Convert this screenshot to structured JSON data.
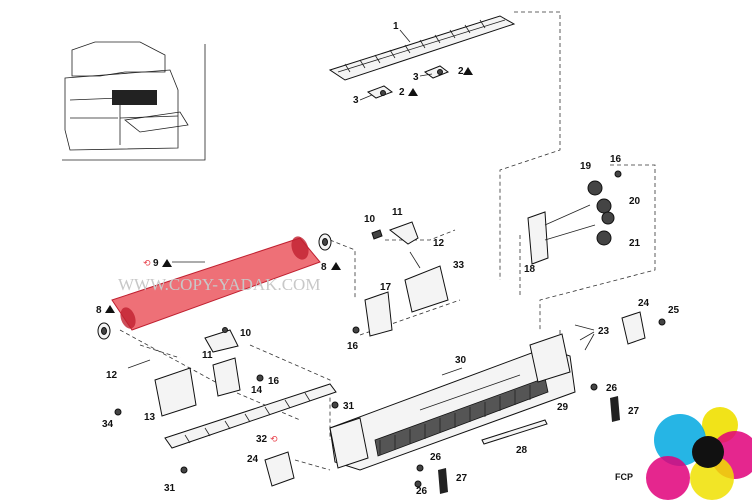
{
  "diagram": {
    "watermark": "WWW.COPY-YADAK.COM",
    "code": "FCP",
    "labels": [
      "1",
      "2",
      "3",
      "2",
      "3",
      "9",
      "8",
      "8",
      "10",
      "11",
      "12",
      "33",
      "17",
      "16",
      "19",
      "16",
      "20",
      "21",
      "18",
      "24",
      "25",
      "23",
      "10",
      "11",
      "12",
      "14",
      "16",
      "13",
      "34",
      "31",
      "30",
      "26",
      "29",
      "27",
      "28",
      "32",
      "24",
      "31",
      "26",
      "27",
      "26"
    ]
  },
  "colors": {
    "highlight": "#e8404a",
    "cyan": "#00a8e0",
    "magenta": "#e0007a",
    "yellow": "#f0e000"
  }
}
